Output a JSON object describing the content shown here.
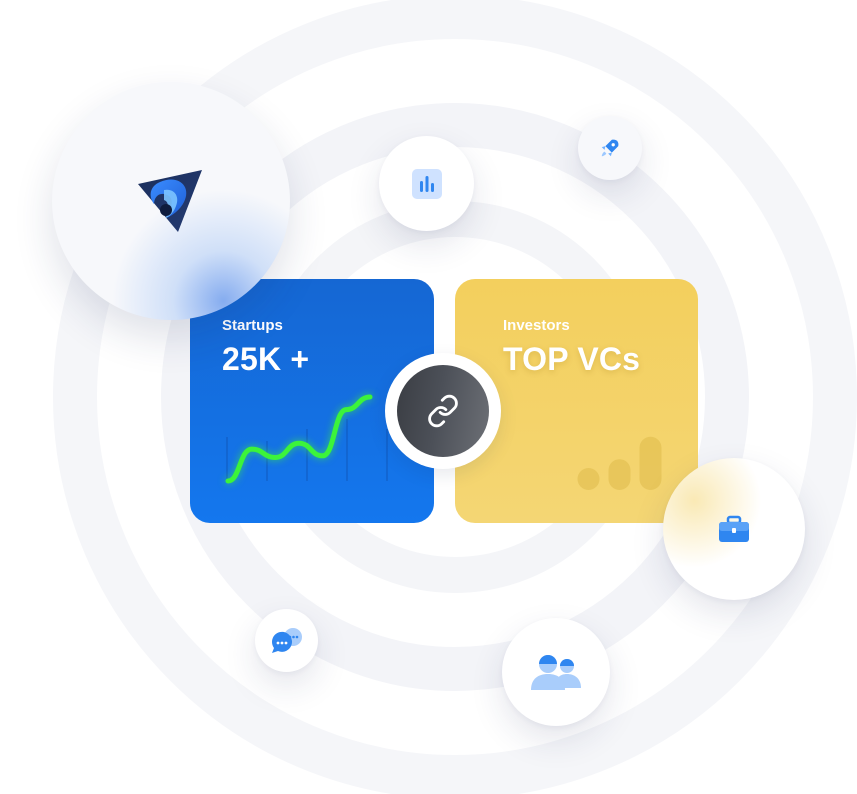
{
  "startups_card": {
    "label": "Startups",
    "value": "25K +",
    "trend": [
      0.0,
      0.38,
      0.28,
      0.45,
      0.3,
      0.85,
      1.0
    ]
  },
  "investors_card": {
    "label": "Investors",
    "value": "TOP VCs",
    "signal_bars": [
      0.25,
      0.55,
      0.95
    ]
  },
  "icons": {
    "logo": "brand-logo-icon",
    "chart": "bar-chart-icon",
    "rocket": "rocket-icon",
    "link": "link-icon",
    "briefcase": "briefcase-icon",
    "chat": "chat-icon",
    "people": "people-icon"
  },
  "colors": {
    "startups_card": "#1570e0",
    "investors_card": "#f3d066",
    "trend_line": "#3cf43a",
    "icon_blue": "#2f86f0",
    "ring": "#f4f5f8"
  }
}
